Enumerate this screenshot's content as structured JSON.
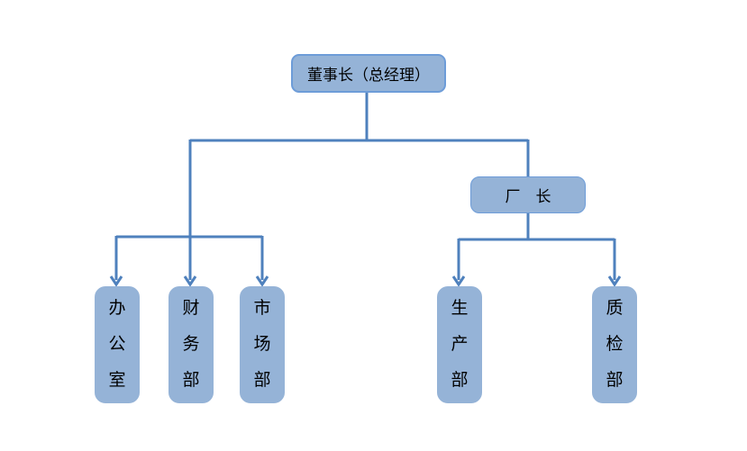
{
  "org_chart": {
    "root": {
      "label": "董事长（总经理）"
    },
    "manager": {
      "label": "厂　长"
    },
    "left_branch": [
      {
        "label": "办公室"
      },
      {
        "label": "财务部"
      },
      {
        "label": "市场部"
      }
    ],
    "right_branch": [
      {
        "label": "生产部"
      },
      {
        "label": "质检部"
      }
    ]
  },
  "colors": {
    "background": "#FFFFFF",
    "box_fill": "#95B3D7",
    "box_border": "#6D9CD8",
    "connector": "#4F81BD",
    "text": "#000000"
  }
}
